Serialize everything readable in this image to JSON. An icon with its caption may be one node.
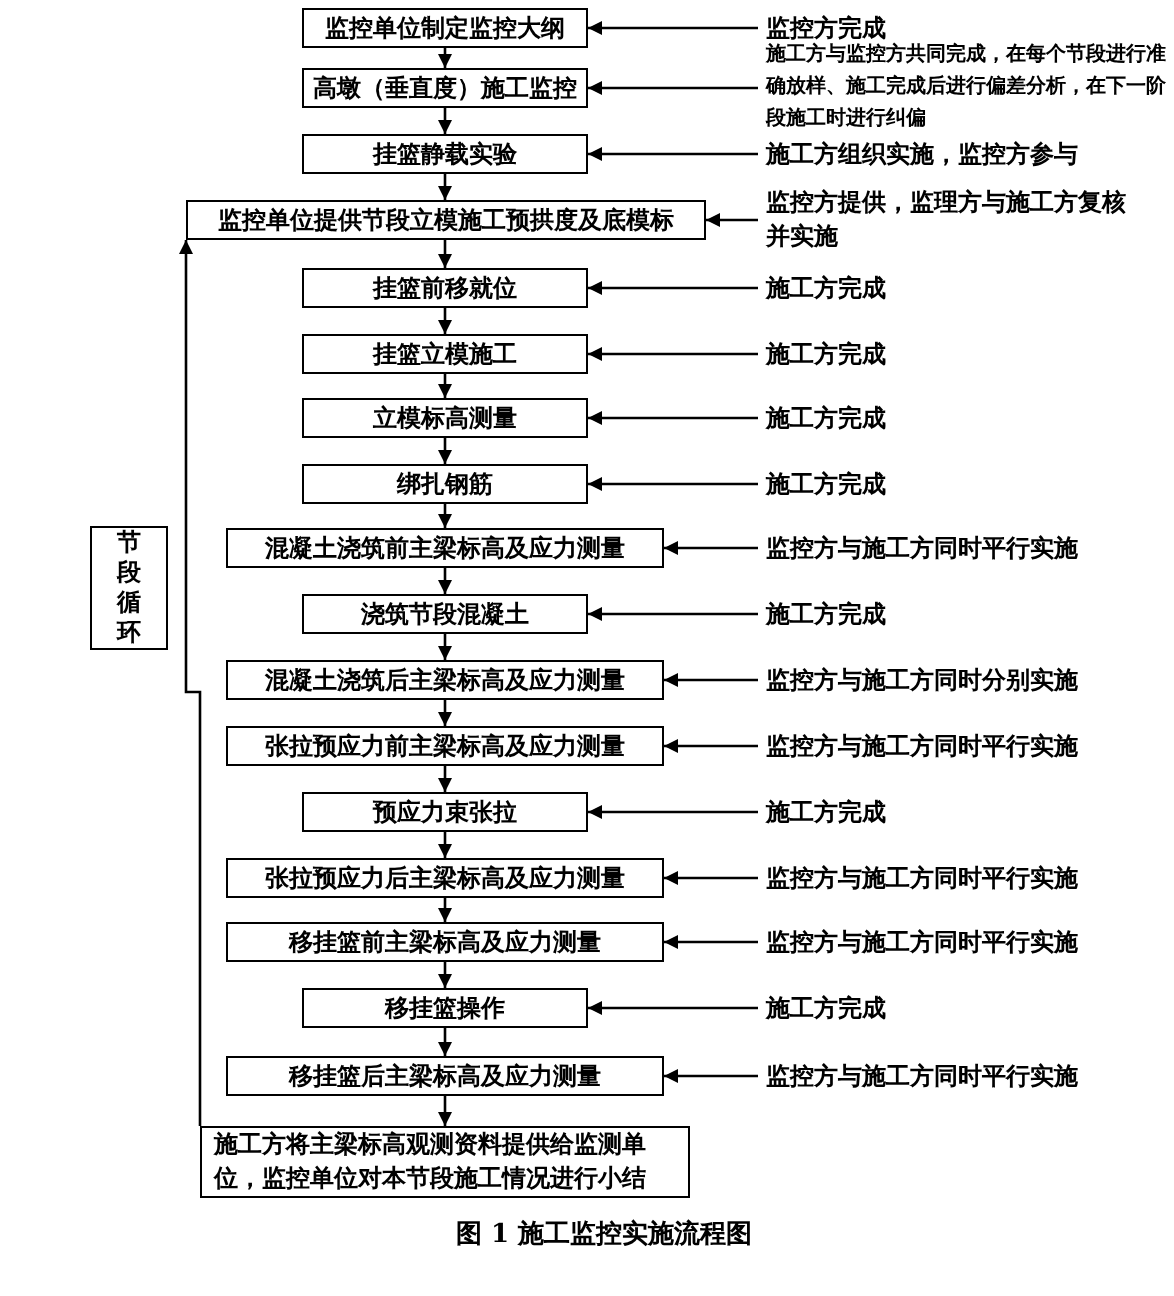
{
  "diagram": {
    "caption": "图 1 施工监控实施流程图",
    "nodes": [
      {
        "text": [
          "监控单位制定监控大纲"
        ]
      },
      {
        "text": [
          "高墩（垂直度）施工监控"
        ]
      },
      {
        "text": [
          "挂篮静载实验"
        ]
      },
      {
        "text": [
          "监控单位提供节段立模施工预拱度及底模标"
        ]
      },
      {
        "text": [
          "挂篮前移就位"
        ]
      },
      {
        "text": [
          "挂篮立模施工"
        ]
      },
      {
        "text": [
          "立模标高测量"
        ]
      },
      {
        "text": [
          "绑扎钢筋"
        ]
      },
      {
        "text": [
          "混凝土浇筑前主梁标高及应力测量"
        ]
      },
      {
        "text": [
          "浇筑节段混凝土"
        ]
      },
      {
        "text": [
          "混凝土浇筑后主梁标高及应力测量"
        ]
      },
      {
        "text": [
          "张拉预应力前主梁标高及应力测量"
        ]
      },
      {
        "text": [
          "预应力束张拉"
        ]
      },
      {
        "text": [
          "张拉预应力后主梁标高及应力测量"
        ]
      },
      {
        "text": [
          "移挂篮前主梁标高及应力测量"
        ]
      },
      {
        "text": [
          "移挂篮操作"
        ]
      },
      {
        "text": [
          "移挂篮后主梁标高及应力测量"
        ]
      },
      {
        "text": [
          "施工方将主梁标高观测资料提供给监测单位，监控单位对本节段施工情况进行小结"
        ]
      },
      {
        "text": [
          "节段循环"
        ]
      },
      {
        "text": [
          "监控方完成"
        ]
      },
      {
        "text": [
          "施工方与监控方共同完成，在每个节段进行准确放样、施工完成后进行偏差分析，在下一阶段施工时进行纠偏"
        ]
      },
      {
        "text": [
          "施工方组织实施，监控方参与"
        ]
      },
      {
        "text": [
          "监控方提供，监理方与施工方复核并实施"
        ]
      },
      {
        "text": [
          "施工方完成"
        ]
      },
      {
        "text": [
          "施工方完成"
        ]
      },
      {
        "text": [
          "施工方完成"
        ]
      },
      {
        "text": [
          "施工方完成"
        ]
      },
      {
        "text": [
          "监控方与施工方同时平行实施"
        ]
      },
      {
        "text": [
          "施工方完成"
        ]
      },
      {
        "text": [
          "监控方与施工方同时分别实施"
        ]
      },
      {
        "text": [
          "监控方与施工方同时平行实施"
        ]
      },
      {
        "text": [
          "施工方完成"
        ]
      },
      {
        "text": [
          "监控方与施工方同时平行实施"
        ]
      },
      {
        "text": [
          "监控方与施工方同时平行实施"
        ]
      },
      {
        "text": [
          "施工方完成"
        ]
      },
      {
        "text": [
          "监控方与施工方同时平行实施"
        ]
      }
    ],
    "edges": [
      {
        "from": 0,
        "to": 1,
        "arrow": "to"
      },
      {
        "from": 1,
        "to": 2,
        "arrow": "to"
      },
      {
        "from": 2,
        "to": 3,
        "arrow": "to"
      },
      {
        "from": 3,
        "to": 4,
        "arrow": "to"
      },
      {
        "from": 4,
        "to": 5,
        "arrow": "to"
      },
      {
        "from": 5,
        "to": 6,
        "arrow": "to"
      },
      {
        "from": 6,
        "to": 7,
        "arrow": "to"
      },
      {
        "from": 7,
        "to": 8,
        "arrow": "to"
      },
      {
        "from": 8,
        "to": 9,
        "arrow": "to"
      },
      {
        "from": 9,
        "to": 10,
        "arrow": "to"
      },
      {
        "from": 10,
        "to": 11,
        "arrow": "to"
      },
      {
        "from": 11,
        "to": 12,
        "arrow": "to"
      },
      {
        "from": 12,
        "to": 13,
        "arrow": "to"
      },
      {
        "from": 13,
        "to": 14,
        "arrow": "to"
      },
      {
        "from": 14,
        "to": 15,
        "arrow": "to"
      },
      {
        "from": 15,
        "to": 16,
        "arrow": "to"
      },
      {
        "from": 16,
        "to": 17,
        "arrow": "to"
      },
      {
        "from": 17,
        "to": 3,
        "arrow": "to"
      },
      {
        "from": 19,
        "to": 0,
        "arrow": "to"
      },
      {
        "from": 20,
        "to": 1,
        "arrow": "to"
      },
      {
        "from": 21,
        "to": 2,
        "arrow": "to"
      },
      {
        "from": 22,
        "to": 3,
        "arrow": "to"
      },
      {
        "from": 23,
        "to": 4,
        "arrow": "to"
      },
      {
        "from": 24,
        "to": 5,
        "arrow": "to"
      },
      {
        "from": 25,
        "to": 6,
        "arrow": "to"
      },
      {
        "from": 26,
        "to": 7,
        "arrow": "to"
      },
      {
        "from": 27,
        "to": 8,
        "arrow": "to"
      },
      {
        "from": 28,
        "to": 9,
        "arrow": "to"
      },
      {
        "from": 29,
        "to": 10,
        "arrow": "to"
      },
      {
        "from": 30,
        "to": 11,
        "arrow": "to"
      },
      {
        "from": 31,
        "to": 12,
        "arrow": "to"
      },
      {
        "from": 32,
        "to": 13,
        "arrow": "to"
      },
      {
        "from": 33,
        "to": 14,
        "arrow": "to"
      },
      {
        "from": 34,
        "to": 15,
        "arrow": "to"
      },
      {
        "from": 35,
        "to": 16,
        "arrow": "to"
      }
    ]
  }
}
